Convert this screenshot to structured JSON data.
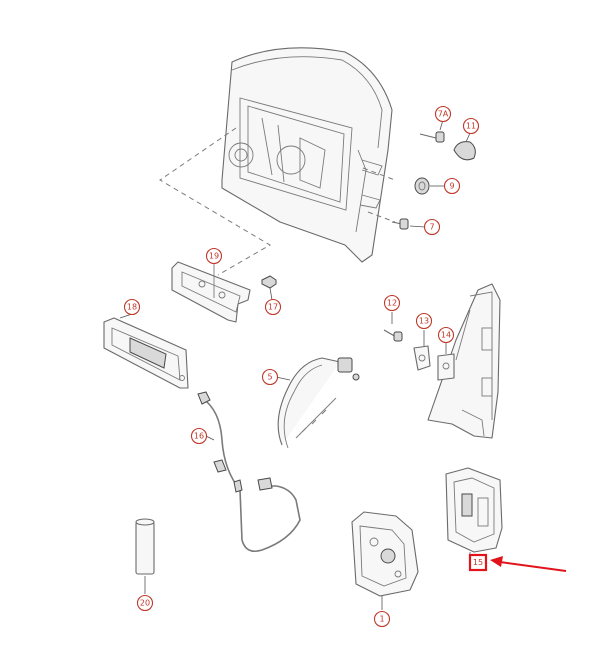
{
  "callouts": {
    "c7a": "7A",
    "c11": "11",
    "c9": "9",
    "c7": "7",
    "c19": "19",
    "c17": "17",
    "c18": "18",
    "c12": "12",
    "c13": "13",
    "c14": "14",
    "c5": "5",
    "c16": "16",
    "c15": "15",
    "c1": "1",
    "c20": "20"
  },
  "colors": {
    "callout": "#c0392b",
    "highlight": "#e0141a"
  },
  "highlighted_part": "15"
}
